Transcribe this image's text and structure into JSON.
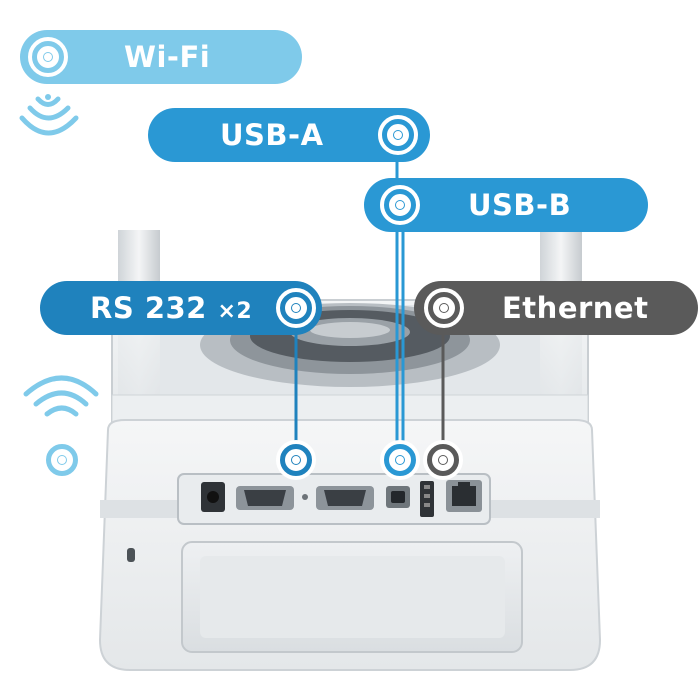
{
  "colors": {
    "wifi": "#7fcaea",
    "usb": "#2a98d4",
    "rs232": "#1f82bd",
    "ethernet": "#5a5a5a",
    "device_body": "#f0f2f3",
    "device_shadow": "#c9ced2"
  },
  "labels": {
    "wifi": "Wi-Fi",
    "usb_a": "USB-A",
    "usb_b": "USB-B",
    "rs232": "RS 232",
    "rs232_multiplier": "×2",
    "ethernet": "Ethernet"
  },
  "icons": {
    "wifi_signal": "wifi-signal-icon",
    "wireless_broadcast": "wireless-broadcast-icon",
    "connector_marker": "target-ring-icon"
  }
}
